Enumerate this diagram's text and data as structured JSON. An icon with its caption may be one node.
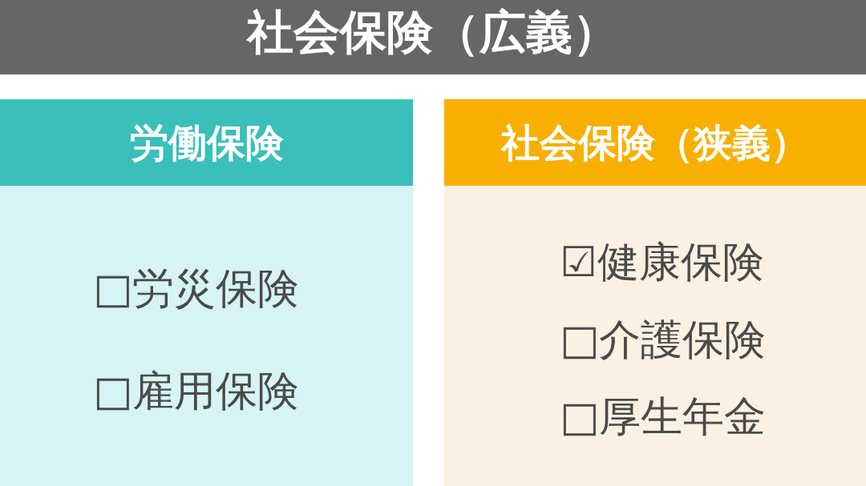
{
  "diagram": {
    "title": "社会保険（広義）",
    "nodes": [
      {
        "text": [
          "労働保険"
        ]
      },
      {
        "text": [
          "□労災保険"
        ],
        "in": 0
      },
      {
        "text": [
          "□雇用保険"
        ],
        "in": 0
      },
      {
        "text": [
          "社会保険（狭義）"
        ]
      },
      {
        "text": [
          "☑健康保険"
        ],
        "in": 3
      },
      {
        "text": [
          "□介護保険"
        ],
        "in": 3
      },
      {
        "text": [
          "□厚生年金"
        ],
        "in": 3
      }
    ],
    "edges": []
  }
}
